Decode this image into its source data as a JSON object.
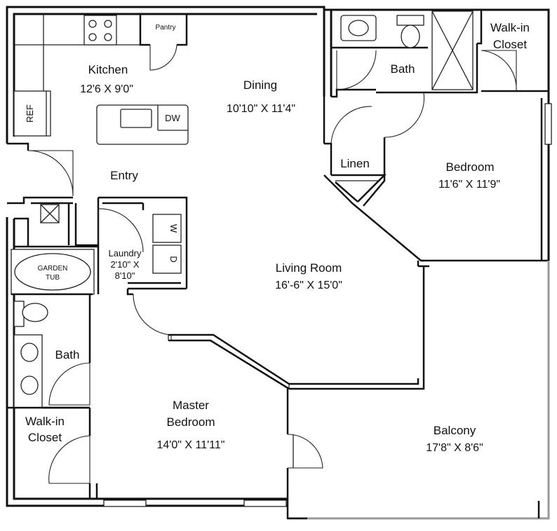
{
  "rooms": {
    "kitchen": {
      "name": "Kitchen",
      "dims": "12'6 X 9'0\""
    },
    "pantry": {
      "name": "Pantry"
    },
    "dining": {
      "name": "Dining",
      "dims": "10'10\" X 11'4\""
    },
    "bath_top": {
      "name": "Bath"
    },
    "walkin_top": {
      "name_line1": "Walk-in",
      "name_line2": "Closet"
    },
    "linen": {
      "name": "Linen"
    },
    "bedroom": {
      "name": "Bedroom",
      "dims": "11'6\" X 11'9\""
    },
    "entry": {
      "name": "Entry"
    },
    "laundry": {
      "name": "Laundry",
      "dims_line1": "2'10\" X",
      "dims_line2": "8'10\""
    },
    "living": {
      "name": "Living Room",
      "dims": "16'-6\" X 15'0\""
    },
    "bath_left": {
      "name": "Bath"
    },
    "master": {
      "name_line1": "Master",
      "name_line2": "Bedroom",
      "dims": "14'0\" X 11'11\""
    },
    "walkin_left": {
      "name_line1": "Walk-in",
      "name_line2": "Closet"
    },
    "balcony": {
      "name": "Balcony",
      "dims": "17'8\" X 8'6\""
    }
  },
  "fixtures": {
    "ref": "REF",
    "dw": "DW",
    "washer": "W",
    "dryer": "D",
    "garden_tub_line1": "GARDEN",
    "garden_tub_line2": "TUB"
  }
}
